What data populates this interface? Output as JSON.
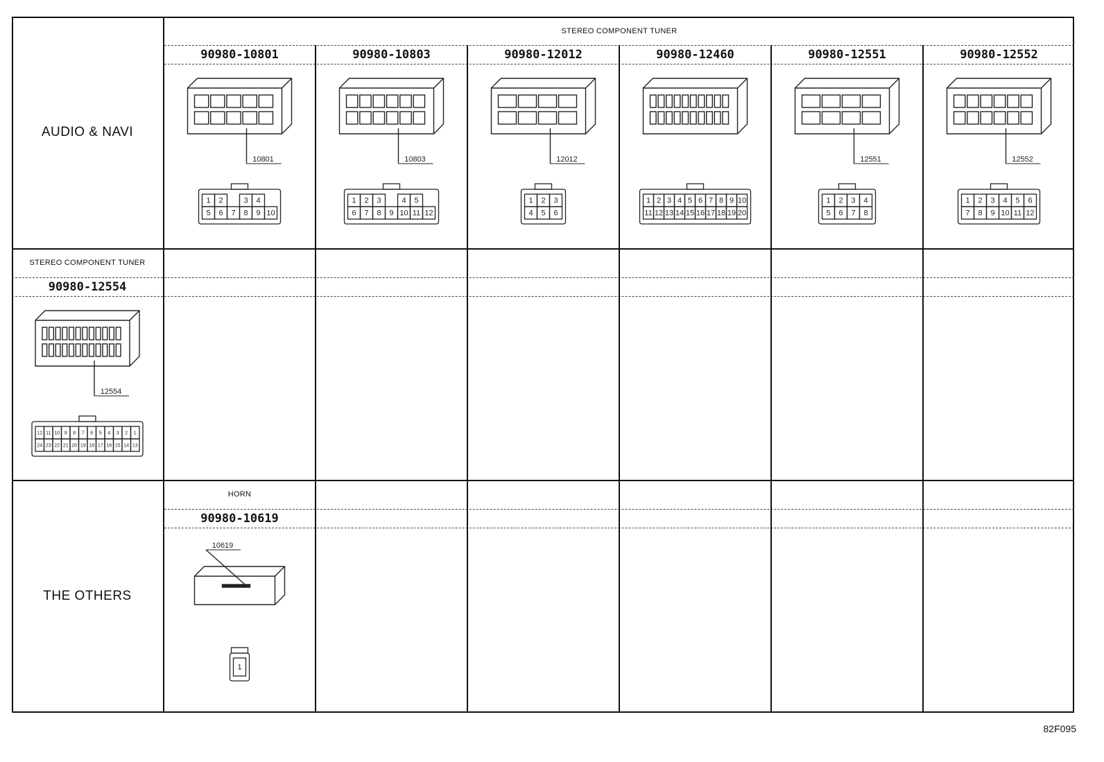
{
  "sections": {
    "audio": "AUDIO & NAVI",
    "others": "THE OTHERS"
  },
  "groups": {
    "stereo_top": "STEREO COMPONENT TUNER",
    "stereo_mid": "STEREO COMPONENT TUNER",
    "horn": "HORN"
  },
  "connectors": [
    {
      "part": "90980-10801",
      "label": "10801",
      "pins_row1": [
        "1",
        "2",
        "",
        "3",
        "4"
      ],
      "pins_row2": [
        "5",
        "6",
        "7",
        "8",
        "9",
        "10"
      ]
    },
    {
      "part": "90980-10803",
      "label": "10803",
      "pins_row1": [
        "1",
        "2",
        "3",
        "",
        "4",
        "5"
      ],
      "pins_row2": [
        "6",
        "7",
        "8",
        "9",
        "10",
        "11",
        "12"
      ]
    },
    {
      "part": "90980-12012",
      "label": "12012",
      "pins_row1": [
        "1",
        "2",
        "3"
      ],
      "pins_row2": [
        "4",
        "5",
        "6"
      ]
    },
    {
      "part": "90980-12460",
      "label": "",
      "pins_row1": [
        "1",
        "2",
        "3",
        "4",
        "5",
        "6",
        "7",
        "8",
        "9",
        "10"
      ],
      "pins_row2": [
        "11",
        "12",
        "13",
        "14",
        "15",
        "16",
        "17",
        "18",
        "19",
        "20"
      ]
    },
    {
      "part": "90980-12551",
      "label": "12551",
      "pins_row1": [
        "1",
        "2",
        "3",
        "4"
      ],
      "pins_row2": [
        "5",
        "6",
        "7",
        "8"
      ]
    },
    {
      "part": "90980-12552",
      "label": "12552",
      "pins_row1": [
        "1",
        "2",
        "3",
        "4",
        "5",
        "6"
      ],
      "pins_row2": [
        "7",
        "8",
        "9",
        "10",
        "11",
        "12"
      ]
    },
    {
      "part": "90980-12554",
      "label": "12554",
      "pins_row1": [
        "12",
        "11",
        "10",
        "9",
        "8",
        "7",
        "6",
        "5",
        "4",
        "3",
        "2",
        "1"
      ],
      "pins_row2": [
        "24",
        "23",
        "22",
        "21",
        "20",
        "19",
        "18",
        "17",
        "16",
        "15",
        "14",
        "13"
      ]
    },
    {
      "part": "90980-10619",
      "label": "10619",
      "pins_row1": [
        "1"
      ],
      "pins_row2": []
    }
  ],
  "figure_id": "82F095"
}
